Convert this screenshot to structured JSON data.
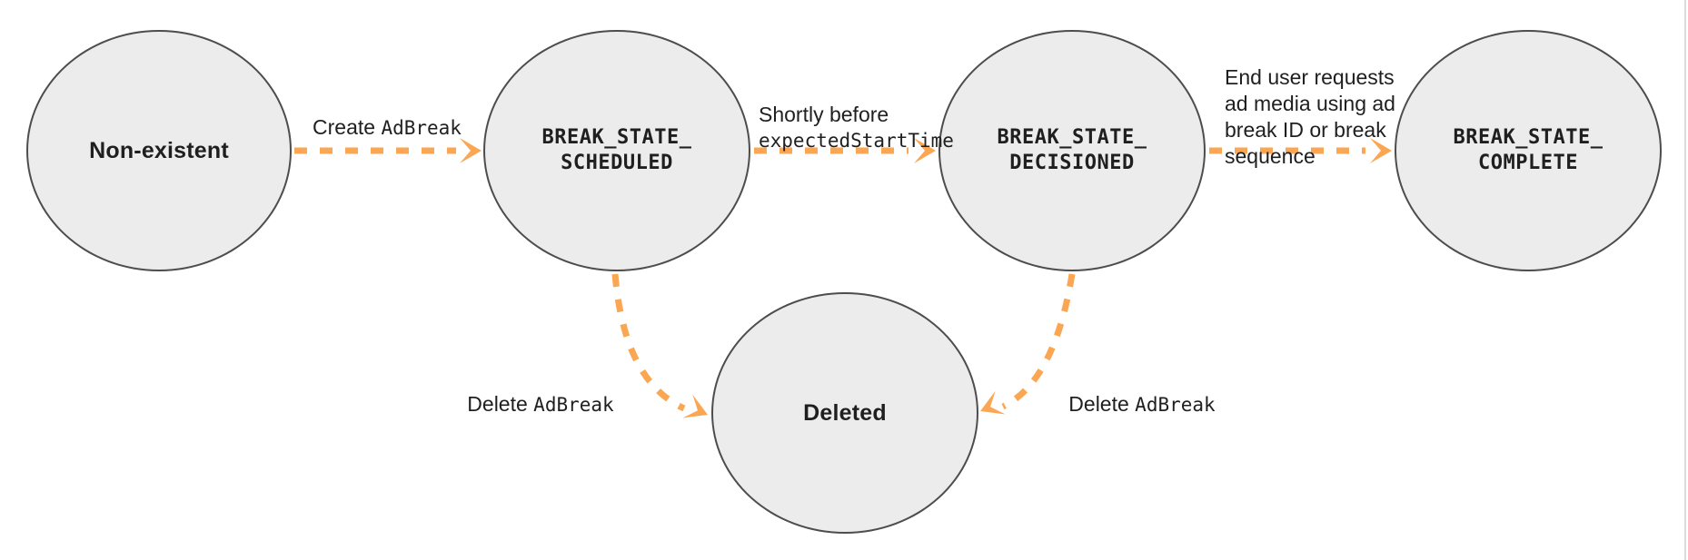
{
  "diagram": {
    "nodes": [
      {
        "id": "non-existent",
        "label": "Non-existent"
      },
      {
        "id": "break-state-scheduled",
        "label": "BREAK_STATE_\nSCHEDULED"
      },
      {
        "id": "break-state-decisioned",
        "label": "BREAK_STATE_\nDECISIONED"
      },
      {
        "id": "break-state-complete",
        "label": "BREAK_STATE_\nCOMPLETE"
      },
      {
        "id": "deleted",
        "label": "Deleted"
      }
    ],
    "edges": [
      {
        "from": "non-existent",
        "to": "break-state-scheduled",
        "label_text": "Create ",
        "label_code": "AdBreak"
      },
      {
        "from": "break-state-scheduled",
        "to": "break-state-decisioned",
        "label_text": "Shortly before\n",
        "label_code": "expectedStartTime"
      },
      {
        "from": "break-state-decisioned",
        "to": "break-state-complete",
        "label_text": "End user requests\nad media using ad\nbreak ID or break\nsequence",
        "label_code": ""
      },
      {
        "from": "break-state-scheduled",
        "to": "deleted",
        "label_text": "Delete ",
        "label_code": "AdBreak"
      },
      {
        "from": "break-state-decisioned",
        "to": "deleted",
        "label_text": "Delete ",
        "label_code": "AdBreak"
      }
    ]
  },
  "colors": {
    "arrow": "#FBA653",
    "node_fill": "#ECECEC",
    "node_border": "#4D4D4D",
    "text": "#1F1F1F",
    "divider": "#DCDCDC",
    "bg": "#FFFFFF"
  }
}
